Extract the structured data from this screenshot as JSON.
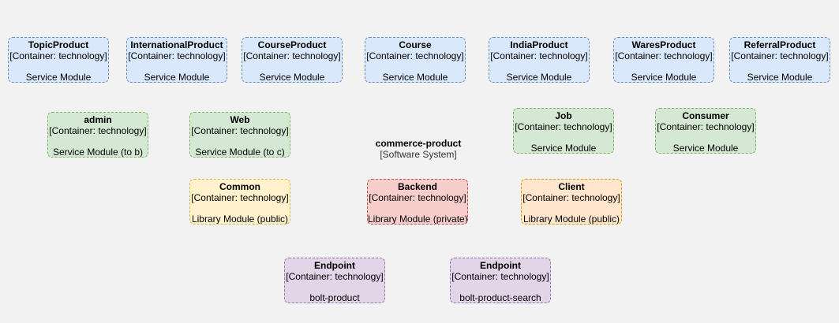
{
  "system": {
    "title": "commerce-product",
    "type": "[Software System]"
  },
  "nodes": [
    {
      "title": "TopicProduct",
      "tech": "[Container: technology]",
      "desc": "Service Module",
      "color": "blue"
    },
    {
      "title": "InternationalProduct",
      "tech": "[Container: technology]",
      "desc": "Service Module",
      "color": "blue"
    },
    {
      "title": "CourseProduct",
      "tech": "[Container: technology]",
      "desc": "Service Module",
      "color": "blue"
    },
    {
      "title": "Course",
      "tech": "[Container: technology]",
      "desc": "Service Module",
      "color": "blue"
    },
    {
      "title": "IndiaProduct",
      "tech": "[Container: technology]",
      "desc": "Service Module",
      "color": "blue"
    },
    {
      "title": "WaresProduct",
      "tech": "[Container: technology]",
      "desc": "Service Module",
      "color": "blue"
    },
    {
      "title": "ReferralProduct",
      "tech": "[Container: technology]",
      "desc": "Service Module",
      "color": "blue"
    },
    {
      "title": "admin",
      "tech": "[Container: technology]",
      "desc": "Service Module (to b)",
      "color": "green"
    },
    {
      "title": "Web",
      "tech": "[Container: technology]",
      "desc": "Service Module (to c)",
      "color": "green"
    },
    {
      "title": "Job",
      "tech": "[Container: technology]",
      "desc": "Service Module",
      "color": "green"
    },
    {
      "title": "Consumer",
      "tech": "[Container: technology]",
      "desc": "Service Module",
      "color": "green"
    },
    {
      "title": "Common",
      "tech": "[Container: technology]",
      "desc": "Library Module (public)",
      "color": "yellow"
    },
    {
      "title": "Backend",
      "tech": "[Container: technology]",
      "desc": "Library Module (private)",
      "color": "red"
    },
    {
      "title": "Client",
      "tech": "[Container: technology]",
      "desc": "Library Module (public)",
      "color": "orange"
    },
    {
      "title": "Endpoint",
      "tech": "[Container: technology]",
      "desc": "bolt-product",
      "color": "purple"
    },
    {
      "title": "Endpoint",
      "tech": "[Container: technology]",
      "desc": "bolt-product-search",
      "color": "purple"
    }
  ]
}
